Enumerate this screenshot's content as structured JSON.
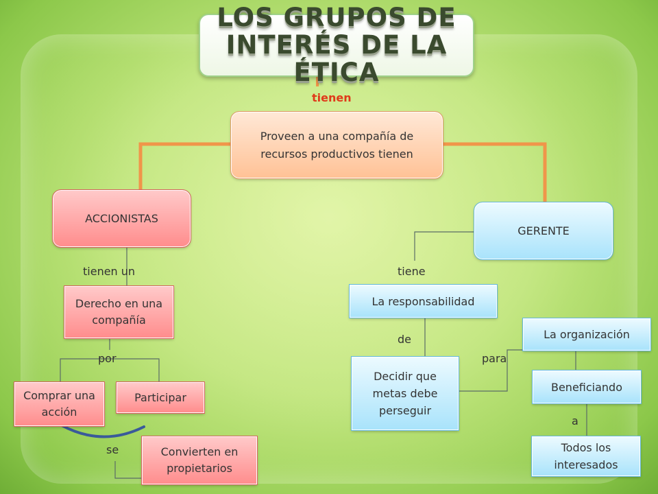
{
  "title": {
    "line1": "LOS GRUPOS DE",
    "line2": "INTERÉS DE LA ÉTICA"
  },
  "connectors": {
    "tienen": "tienen",
    "tienen_un": "tienen un",
    "tiene": "tiene",
    "por": "por",
    "de": "de",
    "para": "para",
    "a": "a",
    "se": "se"
  },
  "nodes": {
    "proveen": "Proveen a una compañía de recursos productivos tienen",
    "accionistas": "ACCIONISTAS",
    "gerente": "GERENTE",
    "derecho": "Derecho en una compañía",
    "comprar": "Comprar una acción",
    "participar": "Participar",
    "convierten": "Convierten en propietarios",
    "responsabilidad": "La responsabilidad",
    "decidir": "Decidir que metas debe perseguir",
    "organizacion": "La organización",
    "beneficiando": "Beneficiando",
    "todos": "Todos los interesados"
  },
  "colors": {
    "orange_link": "#f0954a",
    "line": "#5a6b66",
    "arrow": "#3a5a9a",
    "red_text": "#e03a1a"
  }
}
